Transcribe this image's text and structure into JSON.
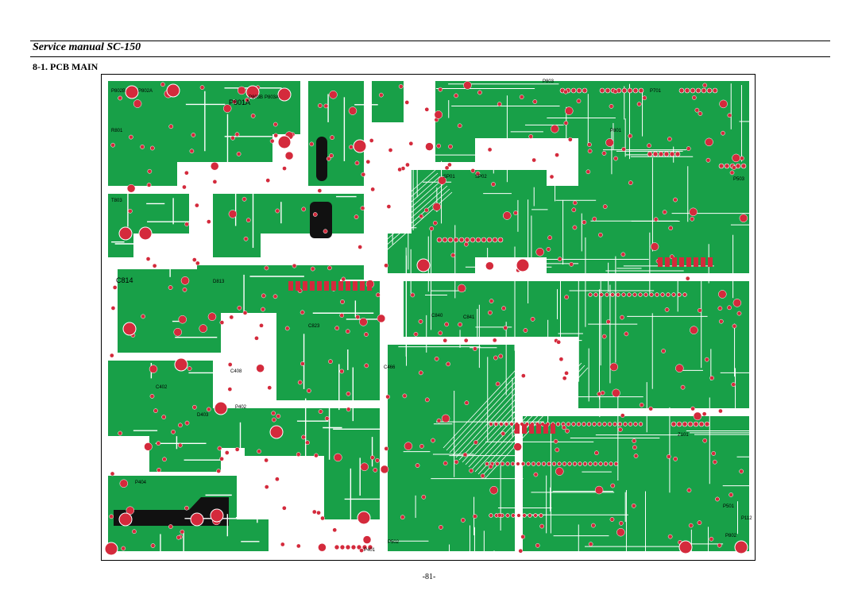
{
  "header": {
    "manual_title": "Service manual SC-150"
  },
  "section": {
    "title": "8-1. PCB MAIN"
  },
  "board": {
    "copper_color": "#18a048",
    "pad_color": "#d42a3c",
    "trace_dark_color": "#0d7a34",
    "silkscreen_color": "#000000",
    "labels": [
      "P802B",
      "P802A",
      "P801A",
      "P803B",
      "P803A",
      "R801",
      "T803",
      "C814",
      "D813",
      "C823",
      "C402",
      "D403",
      "C408",
      "P402",
      "P404",
      "C840",
      "C841",
      "C466",
      "SP01",
      "SP02",
      "P803",
      "P801",
      "P701",
      "P503",
      "Z101",
      "P112",
      "P501",
      "P802",
      "P401",
      "P502"
    ]
  },
  "footer": {
    "page_number": "-81-"
  }
}
